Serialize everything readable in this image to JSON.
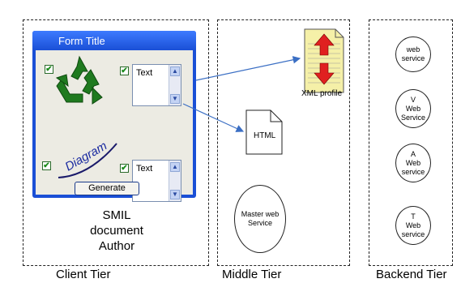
{
  "form": {
    "title": "Form Title",
    "textbox1": "Text",
    "textbox2": "Text",
    "diagram_label": "Diagram",
    "generate_label": "Generate"
  },
  "client": {
    "smil_line1": "SMIL",
    "smil_line2": "document",
    "smil_line3": "Author"
  },
  "middle": {
    "xml_label": "XML profile",
    "html_label": "HTML",
    "master_label": "Master web\nService"
  },
  "backend": {
    "services": [
      "web\nservice",
      "V\nWeb\nService",
      "A\nWeb\nservice",
      "T\nWeb\nservice"
    ]
  },
  "tiers": {
    "client": "Client Tier",
    "middle": "Middle Tier",
    "backend": "Backend Tier"
  },
  "colors": {
    "form_blue": "#1a4fd6",
    "recycle_green": "#1f7a1f",
    "arrow_blue": "#3b6fc4",
    "xml_red": "#e02020",
    "xml_paper": "#f5f0a8"
  }
}
